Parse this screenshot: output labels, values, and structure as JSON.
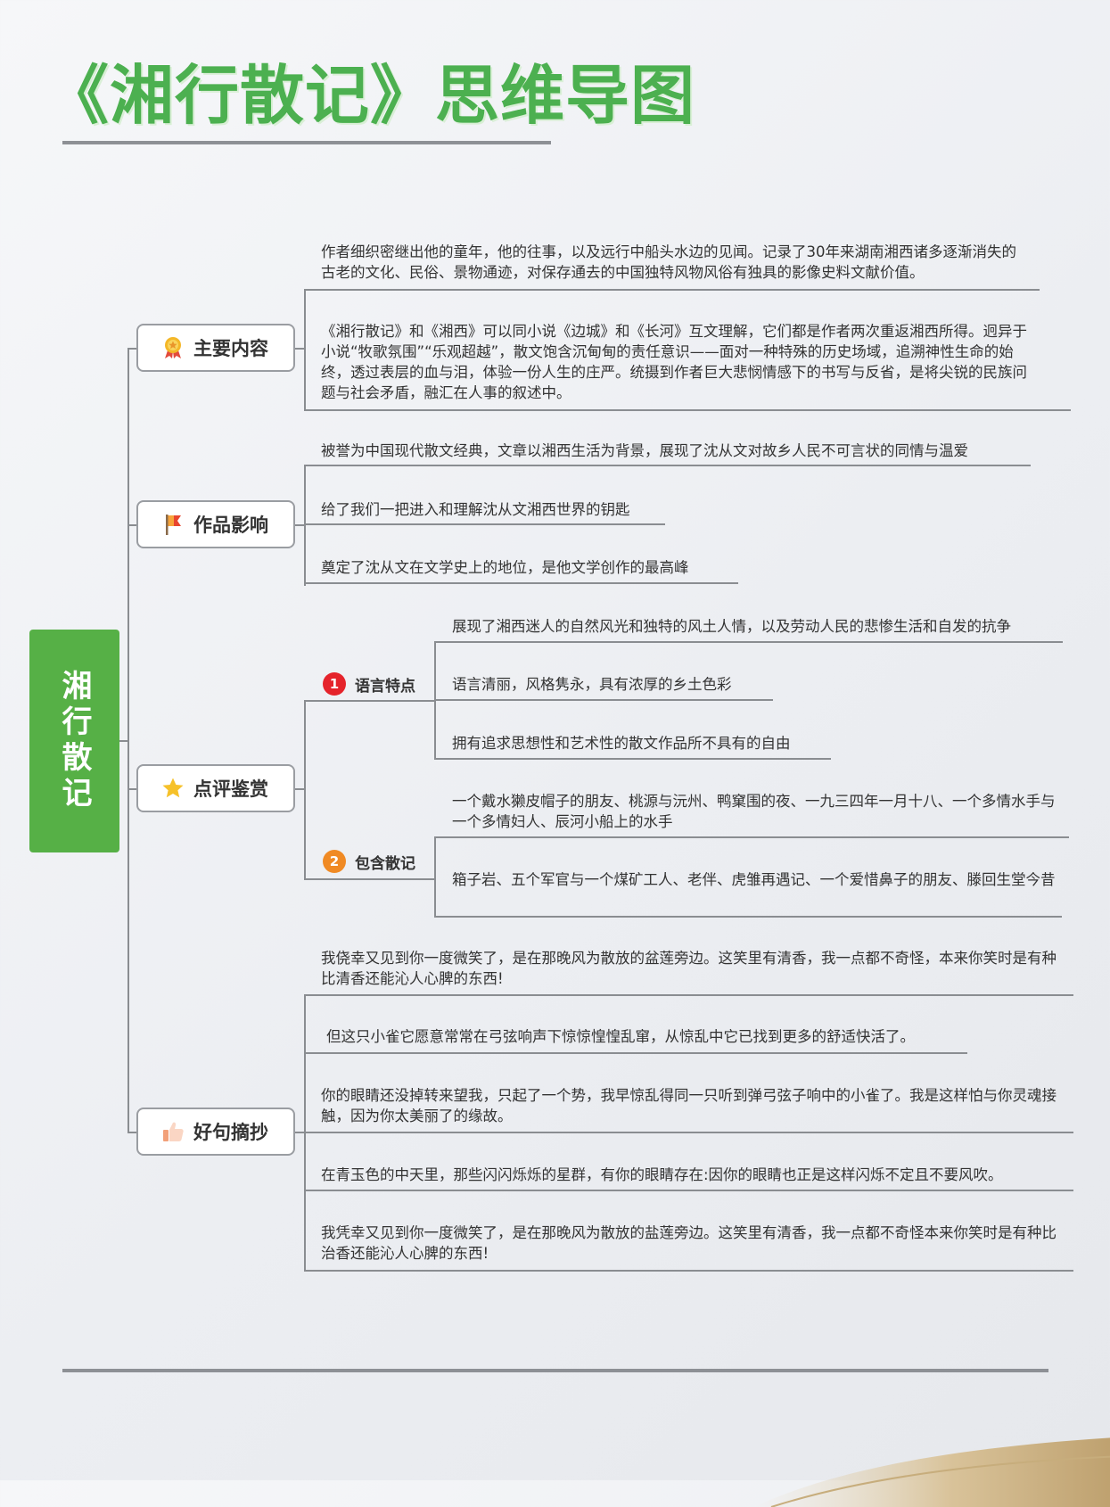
{
  "title": "《湘行散记》思维导图",
  "root": "湘行散记",
  "colors": {
    "title": "#4cb050",
    "root": "#56b046",
    "num1": "#e5232b",
    "num2": "#f08a24"
  },
  "branches": [
    {
      "label": "主要内容",
      "icon": "medal-icon",
      "leaves": [
        "作者细织密继出他的童年，他的往事，以及远行中船头水边的见闻。记录了30年来湖南湘西诸多逐渐消失的古老的文化、民俗、景物通迹，对保存通去的中国独特风物风俗有独具的影像史料文献价值。",
        "《湘行散记》和《湘西》可以同小说《边城》和《长河》互文理解，它们都是作者两次重返湘西所得。迥异于小说“牧歌氛围”“乐观超越”，散文饱含沉甸甸的责任意识——面对一种特殊的历史场域，追溯神性生命的始终，透过表层的血与泪，体验一份人生的庄严。统摄到作者巨大悲悯情感下的书写与反省，是将尖锐的民族问题与社会矛盾，融汇在人事的叙述中。"
      ]
    },
    {
      "label": "作品影响",
      "icon": "flag-icon",
      "leaves": [
        "被誉为中国现代散文经典，文章以湘西生活为背景，展现了沈从文对故乡人民不可言状的同情与温爱",
        "给了我们一把进入和理解沈从文湘西世界的钥匙",
        "奠定了沈从文在文学史上的地位，是他文学创作的最高峰"
      ]
    },
    {
      "label": "点评鉴赏",
      "icon": "star-icon",
      "subs": [
        {
          "num": "1",
          "label": "语言特点",
          "leaves": [
            "展现了湘西迷人的自然风光和独特的风土人情，以及劳动人民的悲惨生活和自发的抗争",
            "语言清丽，风格隽永，具有浓厚的乡土色彩",
            "拥有追求思想性和艺术性的散文作品所不具有的自由"
          ]
        },
        {
          "num": "2",
          "label": "包含散记",
          "leaves": [
            "一个戴水獭皮帽子的朋友、桃源与沅州、鸭窠围的夜、一九三四年一月十八、一个多情水手与一个多情妇人、辰河小船上的水手",
            "箱子岩、五个军官与一个煤矿工人、老伴、虎雏再遇记、一个爱惜鼻子的朋友、滕回生堂今昔"
          ]
        }
      ]
    },
    {
      "label": "好句摘抄",
      "icon": "thumbs-up-icon",
      "leaves": [
        "我侥幸又见到你一度微笑了，是在那晚风为散放的盆莲旁边。这笑里有清香，我一点都不奇怪，本来你笑时是有种比清香还能沁人心脾的东西!",
        "但这只小雀它愿意常常在弓弦响声下惊惊惶惶乱窜，从惊乱中它已找到更多的舒适快活了。",
        "你的眼睛还没掉转来望我，只起了一个势，我早惊乱得同一只听到弹弓弦子响中的小雀了。我是这样怕与你灵魂接触，因为你太美丽了的缘故。",
        "在青玉色的中天里，那些闪闪烁烁的星群，有你的眼睛存在:因你的眼睛也正是这样闪烁不定且不要风吹。",
        "我凭幸又见到你一度微笑了，是在那晚风为散放的盐莲旁边。这笑里有清香，我一点都不奇怪本来你笑时是有种比治香还能沁人心脾的东西!"
      ]
    }
  ]
}
